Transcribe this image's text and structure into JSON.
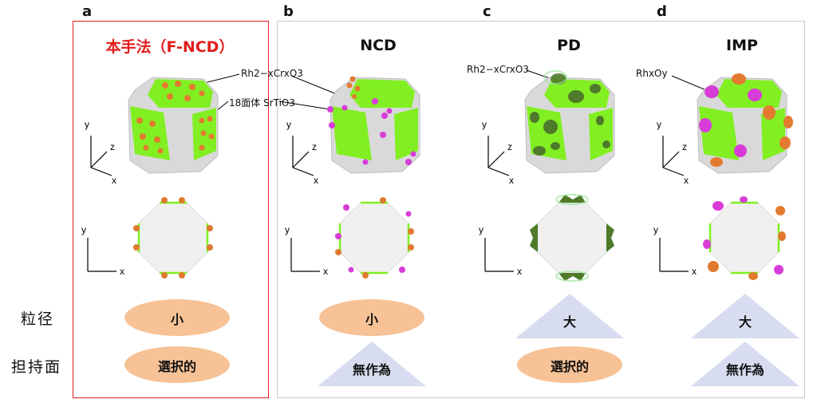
{
  "panels": [
    {
      "letter": "a",
      "title": "本手法（F-NCD）",
      "size": "小",
      "size_shape": "ellipse",
      "support": "選択的",
      "support_shape": "ellipse"
    },
    {
      "letter": "b",
      "title": "NCD",
      "size": "小",
      "size_shape": "ellipse",
      "support": "無作為",
      "support_shape": "triangle"
    },
    {
      "letter": "c",
      "title": "PD",
      "size": "大",
      "size_shape": "triangle",
      "support": "選択的",
      "support_shape": "ellipse"
    },
    {
      "letter": "d",
      "title": "IMP",
      "size": "大",
      "size_shape": "triangle",
      "support": "無作為",
      "support_shape": "triangle"
    }
  ],
  "row_labels": {
    "size": "粒径",
    "support": "担持面"
  },
  "callouts": {
    "rhcr_a": "Rh2−xCrxO3",
    "srtio3": "18面体 SrTiO3",
    "rhcr_c": "Rh2−xCrxO3",
    "rhox_d": "RhxOy"
  },
  "axes": {
    "x": "x",
    "y": "y",
    "z": "z"
  },
  "colors": {
    "highlight_frame": "#e02020",
    "panel_frame": "#c8c8c8",
    "facet_green": "#80f020",
    "crystal_gray": "#d9d9d9",
    "particle_orange": "#e07a30",
    "particle_magenta": "#d83cd8",
    "particle_darkgreen": "#4f7a2a",
    "ellipse_fill": "#f7c296",
    "triangle_fill": "#d7dcf0"
  }
}
